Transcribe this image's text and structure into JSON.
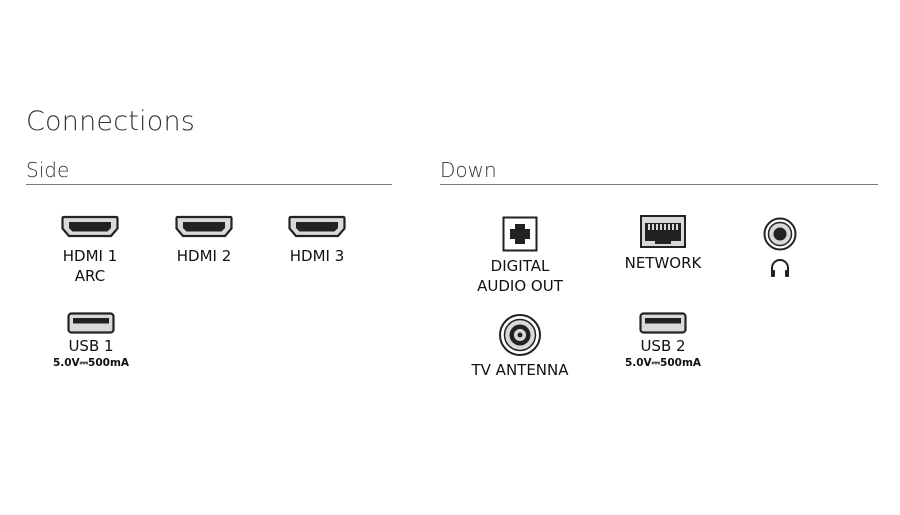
{
  "title": "Connections",
  "side": {
    "heading": "Side",
    "hdmi1": {
      "line1": "HDMI 1",
      "line2": "ARC"
    },
    "hdmi2": {
      "label": "HDMI 2"
    },
    "hdmi3": {
      "label": "HDMI 3"
    },
    "usb1": {
      "label": "USB 1",
      "spec": "5.0V⎓500mA"
    }
  },
  "down": {
    "heading": "Down",
    "digital_audio": {
      "line1": "DIGITAL",
      "line2": "AUDIO OUT"
    },
    "network": {
      "label": "NETWORK"
    },
    "headphone": {
      "icon": "headphone-icon"
    },
    "tv_antenna": {
      "label": "TV ANTENNA"
    },
    "usb2": {
      "label": "USB 2",
      "spec": "5.0V⎓500mA"
    }
  },
  "colors": {
    "rule": "#7a7a7a",
    "port_outline": "#222222",
    "port_fill": "#d9d9d9"
  }
}
